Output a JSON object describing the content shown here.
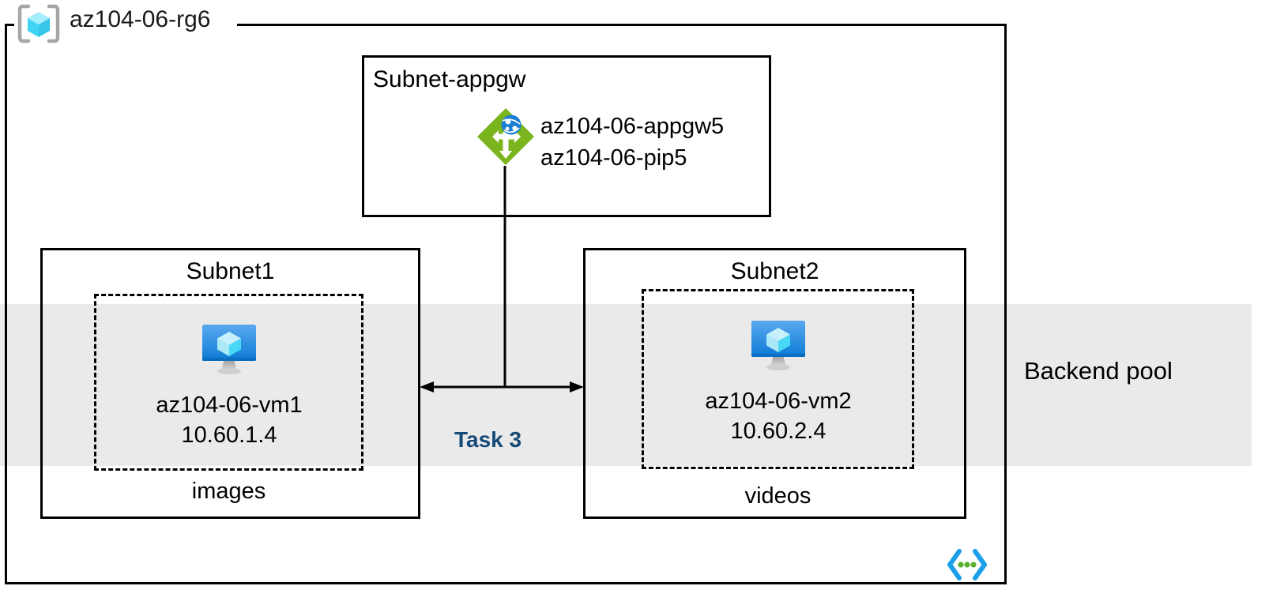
{
  "diagram": {
    "resource_group": {
      "name": "az104-06-rg6",
      "icon": "resource-group-cube-icon"
    },
    "backend_pool": {
      "label": "Backend pool",
      "band_color": "#eaeaea"
    },
    "subnets": [
      {
        "id": "subnet-appgw",
        "label": "Subnet-appgw",
        "resources": [
          {
            "icon": "application-gateway-icon",
            "name": "az104-06-appgw5"
          },
          {
            "icon": "public-ip-icon",
            "name": "az104-06-pip5"
          }
        ]
      },
      {
        "id": "subnet1",
        "label": "Subnet1",
        "tier_label": "images",
        "vm": {
          "icon": "virtual-machine-icon",
          "name": "az104-06-vm1",
          "ip": "10.60.1.4"
        }
      },
      {
        "id": "subnet2",
        "label": "Subnet2",
        "tier_label": "videos",
        "vm": {
          "icon": "virtual-machine-icon",
          "name": "az104-06-vm2",
          "ip": "10.60.2.4"
        }
      }
    ],
    "annotations": [
      {
        "id": "task-3",
        "label": "Task 3",
        "color": "#154a77"
      }
    ],
    "footer_icon": "code-brackets-icon",
    "colors": {
      "appgw_green": "#7ab51d",
      "vm_blue": "#0f87e0",
      "cube_cyan": "#9fe5f7",
      "task_navy": "#154a77",
      "band_gray": "#eaeaea",
      "code_icon_blue": "#1b9fe8",
      "code_icon_green": "#5bb12f"
    }
  }
}
